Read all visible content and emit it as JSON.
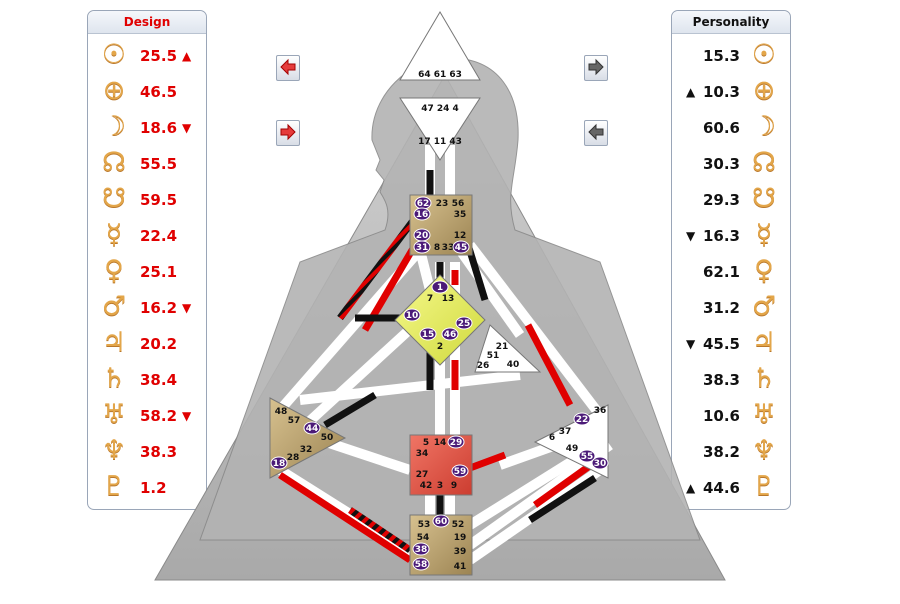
{
  "design": {
    "title": "Design",
    "rows": [
      {
        "glyph": "☉",
        "value": "25.5",
        "arrow": "▲"
      },
      {
        "glyph": "⊕",
        "value": "46.5",
        "arrow": ""
      },
      {
        "glyph": "☽",
        "value": "18.6",
        "arrow": "▼"
      },
      {
        "glyph": "☊",
        "value": "55.5",
        "arrow": ""
      },
      {
        "glyph": "☋",
        "value": "59.5",
        "arrow": ""
      },
      {
        "glyph": "☿",
        "value": "22.4",
        "arrow": ""
      },
      {
        "glyph": "♀",
        "value": "25.1",
        "arrow": ""
      },
      {
        "glyph": "♂",
        "value": "16.2",
        "arrow": "▼"
      },
      {
        "glyph": "♃",
        "value": "20.2",
        "arrow": ""
      },
      {
        "glyph": "♄",
        "value": "38.4",
        "arrow": ""
      },
      {
        "glyph": "♅",
        "value": "58.2",
        "arrow": "▼"
      },
      {
        "glyph": "♆",
        "value": "38.3",
        "arrow": ""
      },
      {
        "glyph": "♇",
        "value": "1.2",
        "arrow": ""
      }
    ]
  },
  "personality": {
    "title": "Personality",
    "rows": [
      {
        "glyph": "☉",
        "value": "15.3",
        "arrow": ""
      },
      {
        "glyph": "⊕",
        "value": "10.3",
        "arrow": "▲"
      },
      {
        "glyph": "☽",
        "value": "60.6",
        "arrow": ""
      },
      {
        "glyph": "☊",
        "value": "30.3",
        "arrow": ""
      },
      {
        "glyph": "☋",
        "value": "29.3",
        "arrow": ""
      },
      {
        "glyph": "☿",
        "value": "16.3",
        "arrow": "▼"
      },
      {
        "glyph": "♀",
        "value": "62.1",
        "arrow": ""
      },
      {
        "glyph": "♂",
        "value": "31.2",
        "arrow": ""
      },
      {
        "glyph": "♃",
        "value": "45.5",
        "arrow": "▼"
      },
      {
        "glyph": "♄",
        "value": "38.3",
        "arrow": ""
      },
      {
        "glyph": "♅",
        "value": "10.6",
        "arrow": ""
      },
      {
        "glyph": "♆",
        "value": "38.2",
        "arrow": ""
      },
      {
        "glyph": "♇",
        "value": "44.6",
        "arrow": "▲"
      }
    ]
  },
  "nav": {
    "left_upper": "left-arrow-icon",
    "left_lower": "right-arrow-icon",
    "right_upper": "right-arrow-icon",
    "right_lower": "left-arrow-icon"
  },
  "colors": {
    "design_red": "#e00000",
    "glyph_gold": "#e3a64a",
    "center_tan": "#b89c6a",
    "g_center": "#e8f060",
    "sacral": "#e05a4a",
    "active_circle": "#4b1a78"
  },
  "chart": {
    "head_gates": [
      "64",
      "61",
      "63"
    ],
    "ajna_gates": [
      "47",
      "24",
      "4"
    ],
    "ajna_lower": [
      "17",
      "11",
      "43"
    ],
    "throat": {
      "g62": "62",
      "g23": "23",
      "g56": "56",
      "g16": "16",
      "g35": "35",
      "g20": "20",
      "g12": "12",
      "g31": "31",
      "g8": "8",
      "g33": "33",
      "g45": "45"
    },
    "g_center": {
      "g1": "1",
      "g7": "7",
      "g13": "13",
      "g10": "10",
      "g25": "25",
      "g15": "15",
      "g46": "46",
      "g2": "2"
    },
    "heart": {
      "g21": "21",
      "g51": "51",
      "g26": "26",
      "g40": "40"
    },
    "spleen": {
      "g48": "48",
      "g57": "57",
      "g44": "44",
      "g50": "50",
      "g32": "32",
      "g28": "28",
      "g18": "18"
    },
    "sacral": {
      "g5": "5",
      "g14": "14",
      "g29": "29",
      "g34": "34",
      "g27": "27",
      "g59": "59",
      "g42": "42",
      "g3": "3",
      "g9": "9"
    },
    "solar": {
      "g36": "36",
      "g22": "22",
      "g37": "37",
      "g6": "6",
      "g49": "49",
      "g55": "55",
      "g30": "30"
    },
    "root": {
      "g53": "53",
      "g60": "60",
      "g52": "52",
      "g54": "54",
      "g19": "19",
      "g38": "38",
      "g39": "39",
      "g58": "58",
      "g41": "41"
    }
  }
}
